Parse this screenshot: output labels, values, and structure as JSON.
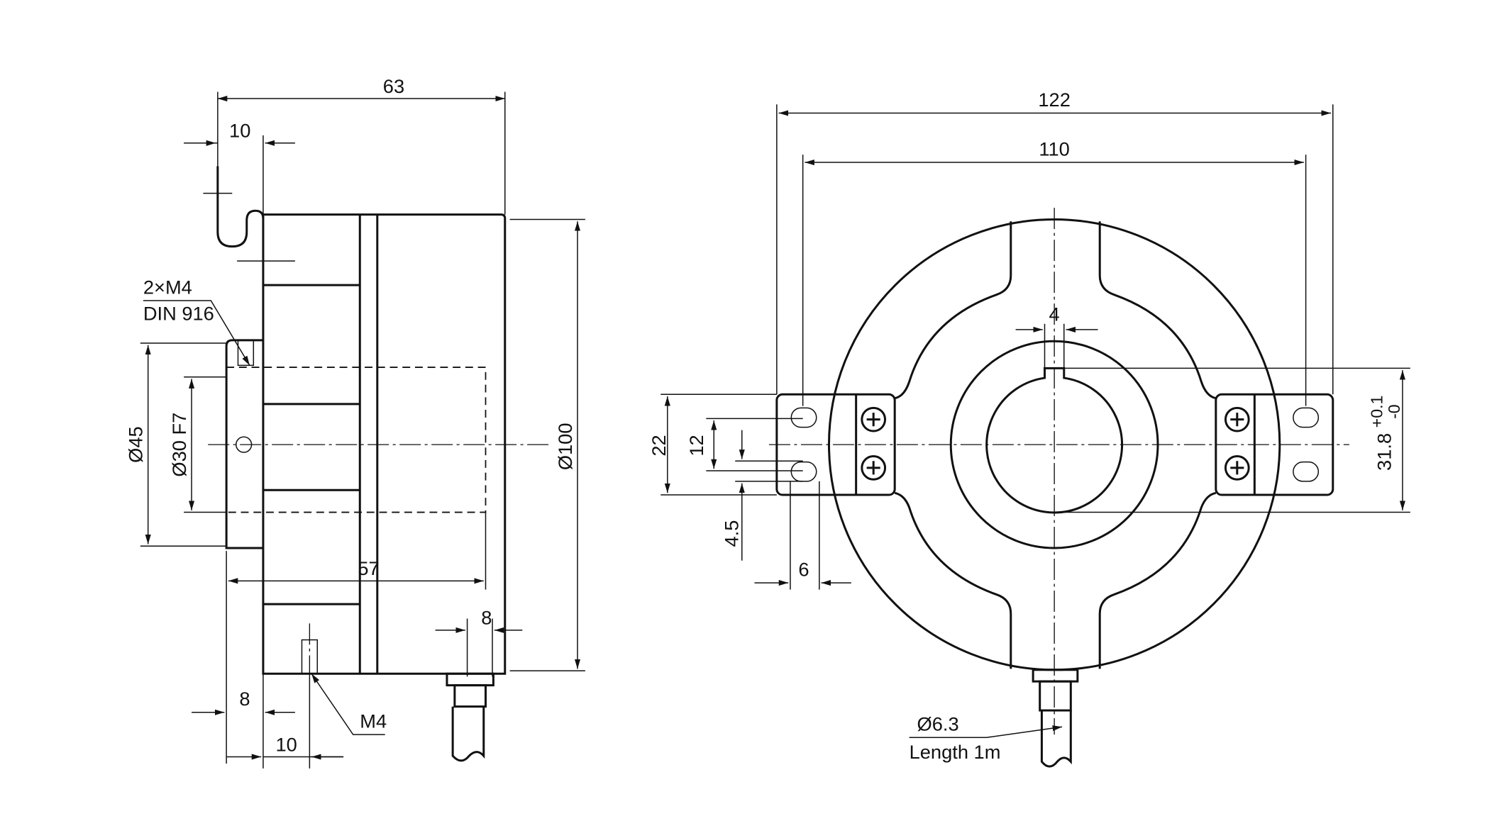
{
  "side_view": {
    "dim_length_total": "63",
    "dim_bracket_offset": "10",
    "screw_label_line1": "2×M4",
    "screw_label_line2": "DIN 916",
    "dim_flange_diameter": "Ø45",
    "dim_bore": "Ø30 F7",
    "dim_body_diameter": "Ø100",
    "dim_bore_depth": "57",
    "dim_cable_width": "8",
    "dim_flange_width": "8",
    "dim_screw_offset": "10",
    "thread_label": "M4"
  },
  "front_view": {
    "dim_bracket_span_outer": "122",
    "dim_bracket_span_inner": "110",
    "dim_keyway_width": "4",
    "dim_bracket_height": "22",
    "dim_slot_spacing": "12",
    "dim_slot_width": "4.5",
    "dim_slot_offset": "6",
    "dim_key_height": "31.8",
    "tol_upper": "+0.1",
    "tol_lower": "-0",
    "cable_label_line1": "Ø6.3",
    "cable_label_line2": "Length 1m"
  }
}
